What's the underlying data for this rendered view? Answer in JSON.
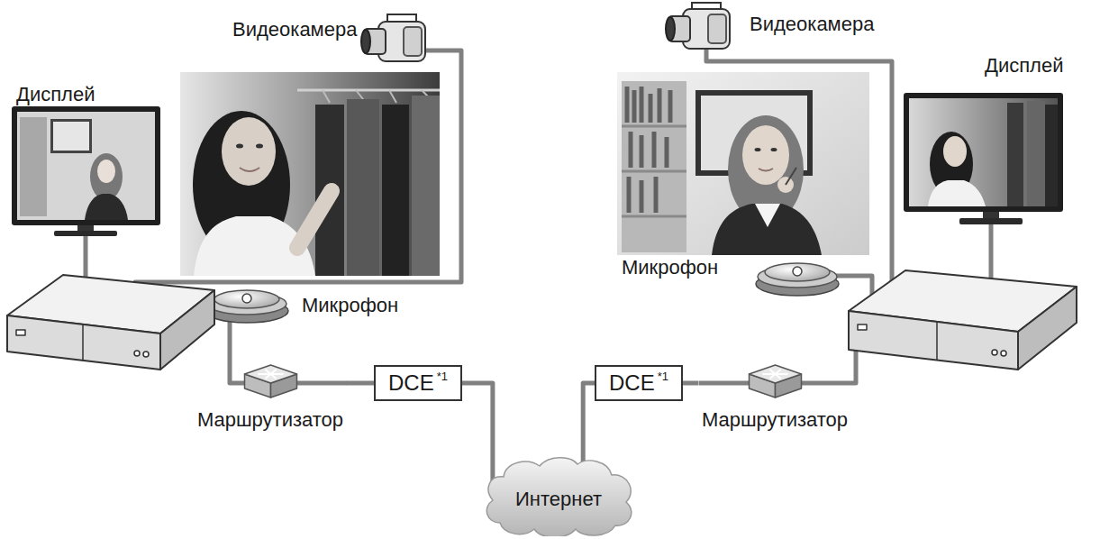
{
  "diagram": {
    "nodes": [
      {
        "text": [
          "Маршрутизатор"
        ]
      },
      {
        "text": [
          "DCE",
          "*1"
        ]
      },
      {
        "text": [
          "Интернет"
        ]
      },
      {
        "text": [
          "DCE",
          "*1"
        ]
      },
      {
        "text": [
          "Маршрутизатор"
        ]
      }
    ],
    "edges": [
      {
        "from": 0,
        "to": 1,
        "arrow": "none"
      },
      {
        "from": 1,
        "to": 2,
        "arrow": "none"
      },
      {
        "from": 2,
        "to": 3,
        "arrow": "none"
      },
      {
        "from": 3,
        "to": 4,
        "arrow": "none"
      }
    ],
    "labels": [
      "Видеокамера",
      "Видеокамера",
      "Дисплей",
      "Дисплей",
      "Микрофон",
      "Микрофон"
    ]
  }
}
